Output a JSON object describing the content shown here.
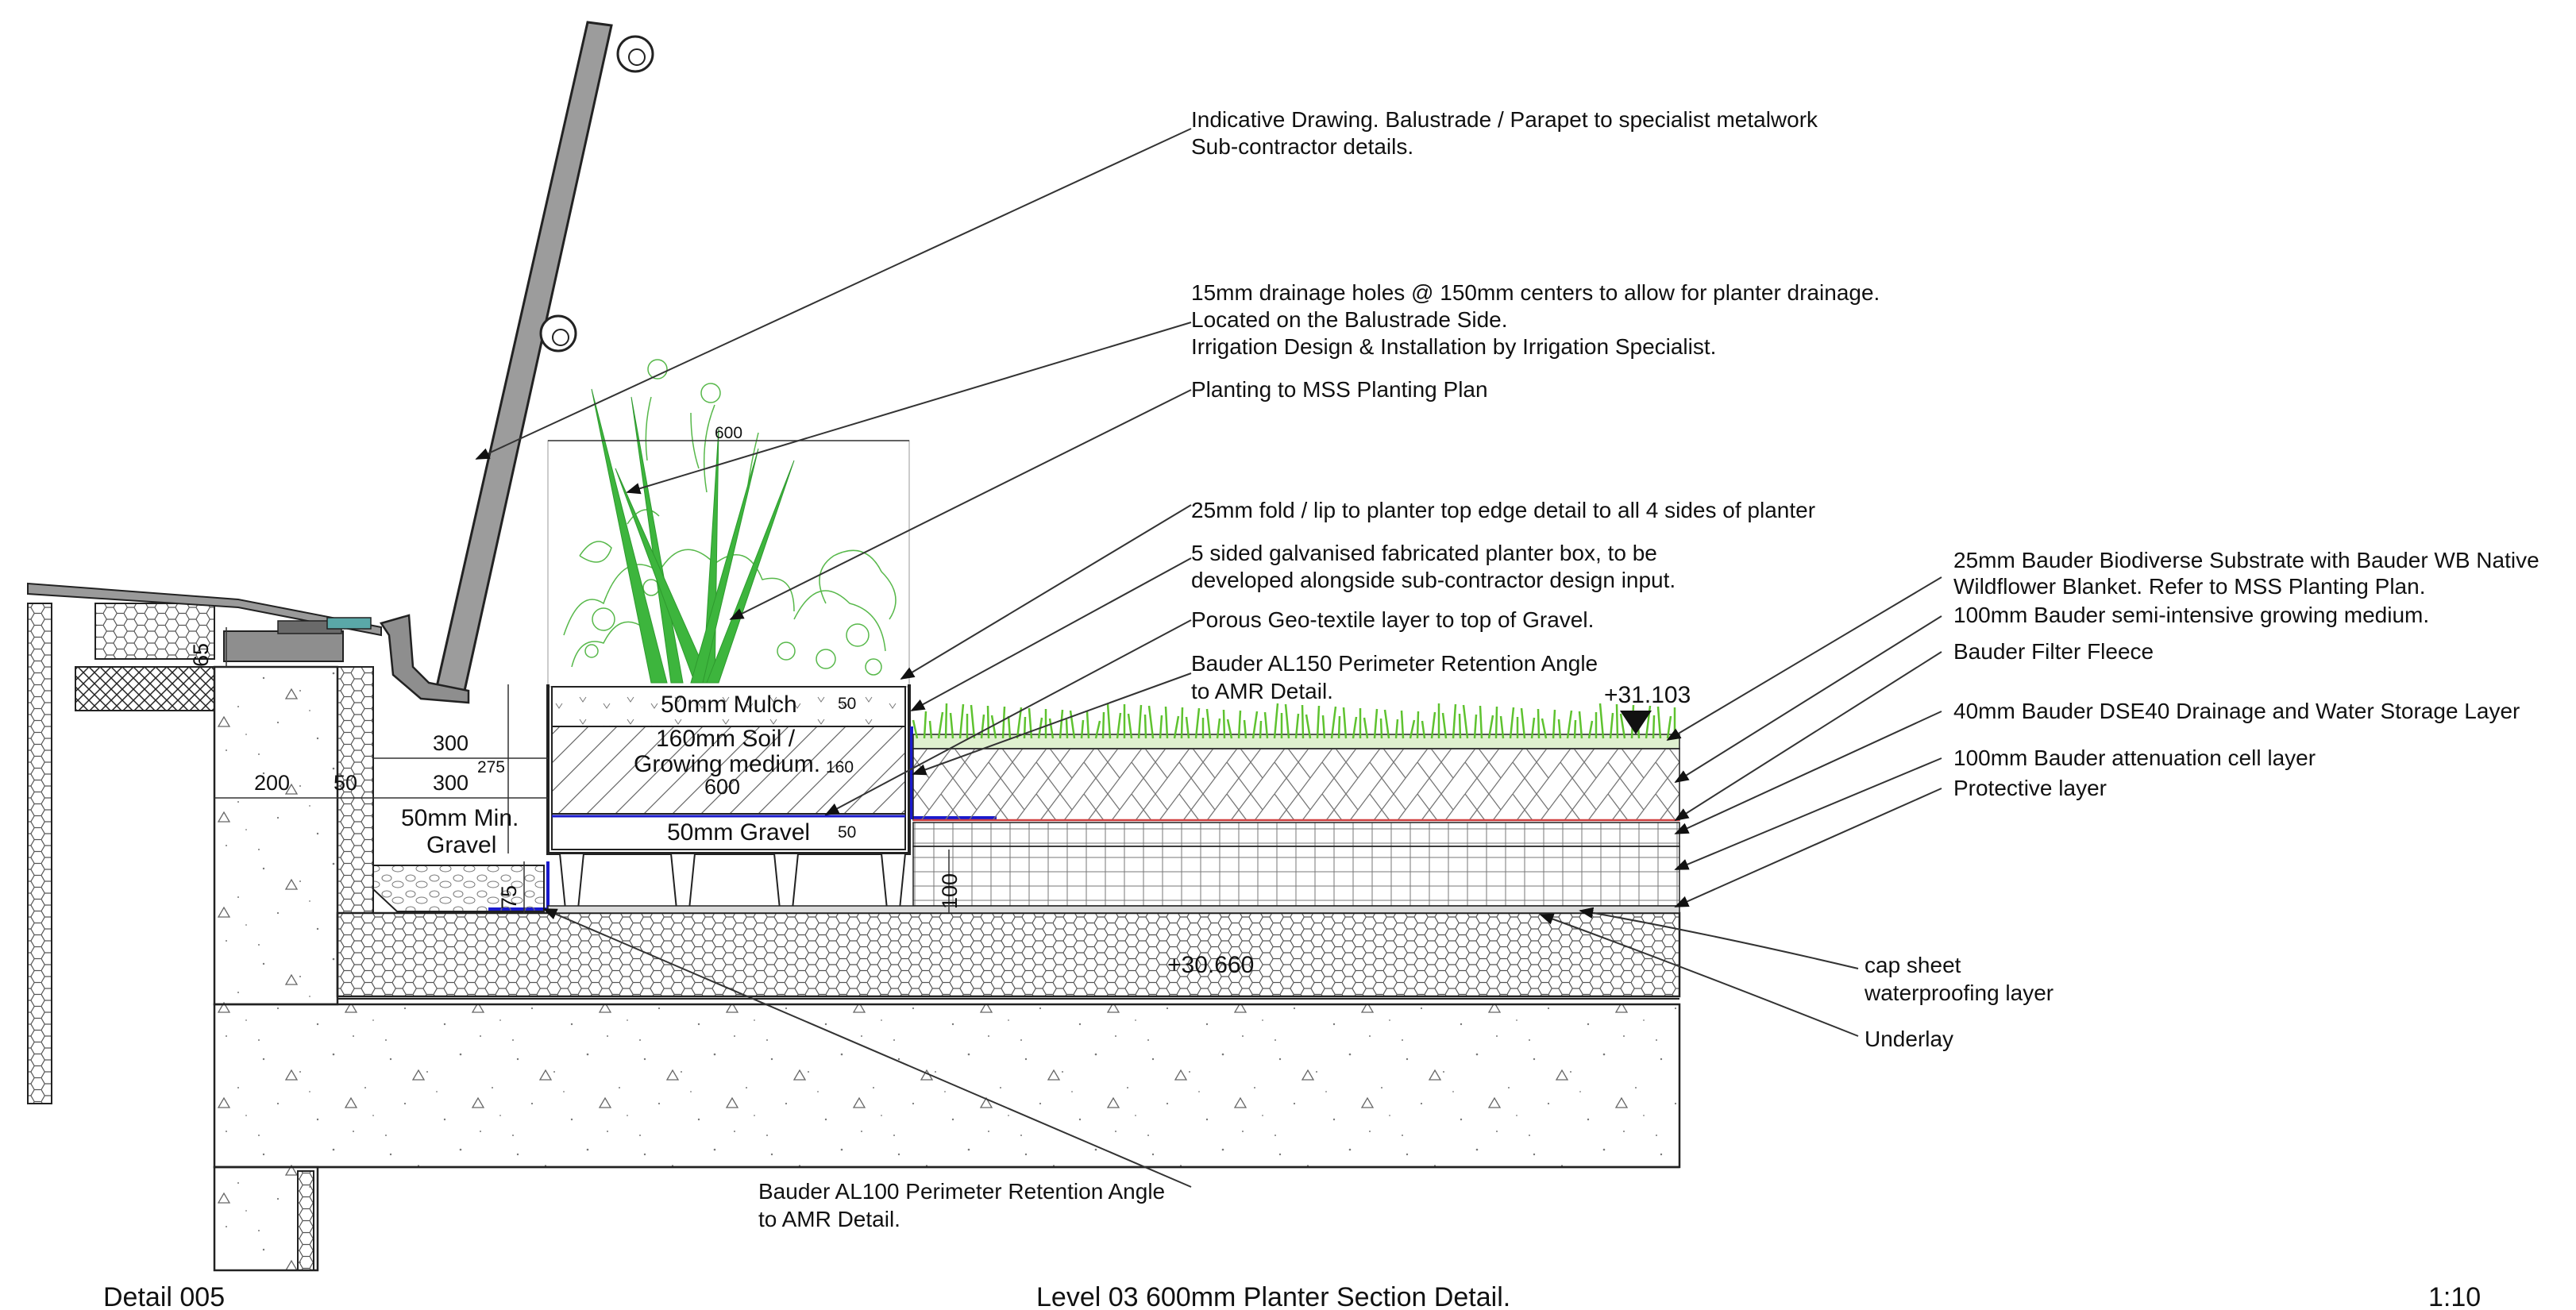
{
  "notes": {
    "balustrade": [
      "Indicative Drawing. Balustrade / Parapet to specialist metalwork",
      "Sub-contractor details."
    ],
    "drainage": [
      "15mm drainage holes @ 150mm centers to allow for planter drainage.",
      "Located on the Balustrade Side.",
      "Irrigation Design & Installation by Irrigation Specialist."
    ],
    "planting": [
      "Planting to MSS Planting Plan"
    ],
    "fold": [
      "25mm fold / lip to planter top edge detail to all 4 sides of planter"
    ],
    "planter_box": [
      "5 sided galvanised fabricated planter box, to be",
      "developed alongside sub-contractor design input."
    ],
    "geotextile": [
      "Porous Geo-textile layer to top of Gravel."
    ],
    "al150": [
      "Bauder AL150 Perimeter Retention Angle",
      "to AMR Detail."
    ],
    "al100": [
      "Bauder AL100 Perimeter Retention Angle",
      "to AMR Detail."
    ],
    "substrate": [
      "25mm Bauder Biodiverse Substrate with Bauder WB Native",
      "Wildflower Blanket. Refer to MSS Planting Plan."
    ],
    "growing_medium": [
      "100mm Bauder semi-intensive growing medium."
    ],
    "filter_fleece": [
      "Bauder Filter Fleece"
    ],
    "dse40": [
      "40mm Bauder DSE40 Drainage and Water Storage Layer"
    ],
    "attenuation": [
      "100mm Bauder attenuation cell layer"
    ],
    "protective": [
      "Protective layer"
    ],
    "cap_sheet": [
      "cap sheet",
      "waterproofing layer"
    ],
    "underlay": [
      "Underlay"
    ]
  },
  "layers": {
    "mulch": "50mm Mulch",
    "soil": [
      "160mm Soil /",
      "Growing medium."
    ],
    "gravel": "50mm Gravel",
    "min_gravel": [
      "50mm Min.",
      "Gravel"
    ]
  },
  "dimensions": {
    "planter_width_top": "600",
    "planter_width_mid": "600",
    "d300a": "300",
    "d300b": "300",
    "d200": "200",
    "d50": "50",
    "d275": "275",
    "d65": "65",
    "d75": "75",
    "d100": "100",
    "d50_mulch": "50",
    "d160": "160",
    "d50_gravel": "50"
  },
  "levels": {
    "top": "+31.103",
    "slab": "+30.660"
  },
  "footer": {
    "detail": "Detail 005",
    "title": "Level 03 600mm Planter Section Detail.",
    "scale": "1:10"
  },
  "colors": {
    "grass": "#5ec22f",
    "plant": "#3db53d",
    "plant_outline": "#57b84a",
    "membrane_blue": "#1a1acc",
    "membrane_red": "#d04040",
    "coping": "#9a9a9a",
    "planter_edge": "#222222"
  }
}
